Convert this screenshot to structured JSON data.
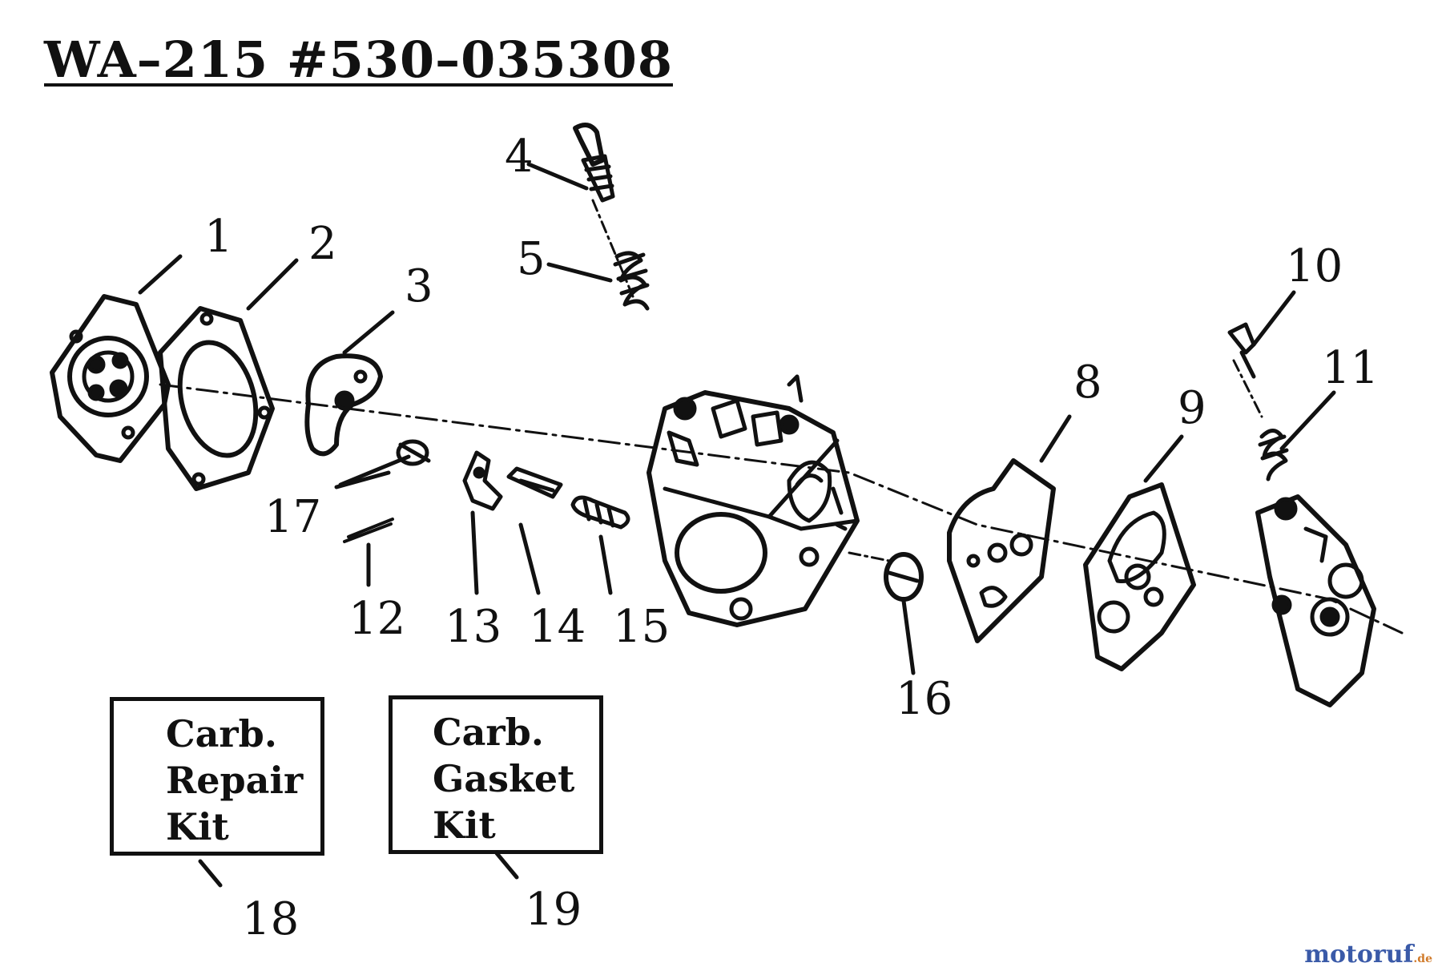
{
  "diagram": {
    "title": "WA–215 #530–035308",
    "callouts": {
      "c1": "1",
      "c2": "2",
      "c3": "3",
      "c4": "4",
      "c5": "5",
      "c8": "8",
      "c9": "9",
      "c10": "10",
      "c11": "11",
      "c12": "12",
      "c13": "13",
      "c14": "14",
      "c15": "15",
      "c16": "16",
      "c17": "17",
      "c18": "18",
      "c19": "19"
    },
    "kits": {
      "repair": [
        "Carb.",
        "Repair",
        "Kit"
      ],
      "gasket": [
        "Carb.",
        "Gasket",
        "Kit"
      ]
    }
  },
  "watermark": {
    "brand": "motoruf",
    "suffix": ".de",
    "color_main": "#3a5aa8",
    "color_accent": "#d07a2a"
  }
}
